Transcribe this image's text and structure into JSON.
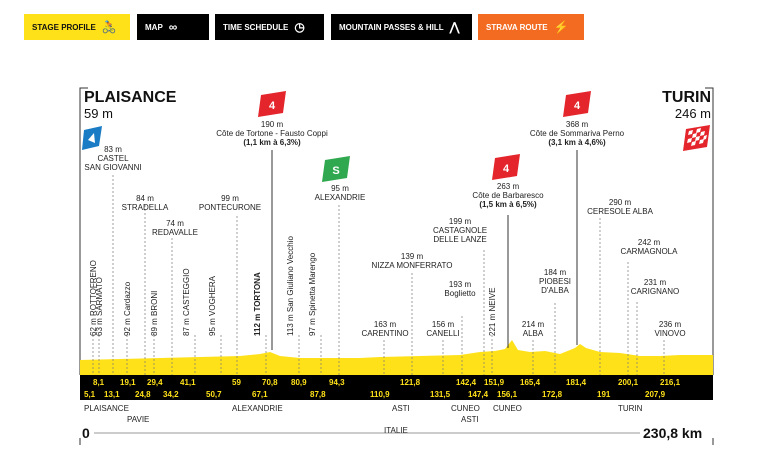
{
  "tabs": [
    {
      "label": "STAGE PROFILE",
      "icon": "cyclist-icon",
      "glyph": "🚴"
    },
    {
      "label": "MAP",
      "icon": "map-route-icon",
      "glyph": "∞"
    },
    {
      "label": "TIME SCHEDULE",
      "icon": "clock-icon",
      "glyph": "◷"
    },
    {
      "label": "MOUNTAIN PASSES & HILL",
      "icon": "mountain-icon",
      "glyph": "⋀"
    },
    {
      "label": "STRAVA ROUTE",
      "icon": "strava-icon",
      "glyph": "⚡"
    }
  ],
  "start": {
    "name": "PLAISANCE",
    "alt": "59 m"
  },
  "finish": {
    "name": "TURIN",
    "alt": "246 m"
  },
  "distance": {
    "start": "0",
    "end": "230,8 km"
  },
  "climbs": [
    {
      "cat": "4",
      "alt": "190 m",
      "name": "Côte de Tortone - Fausto Coppi",
      "detail": "(1,1 km à 6,3%)"
    },
    {
      "cat": "4",
      "alt": "263 m",
      "name": "Côte de Barbaresco",
      "detail": "(1,5 km à 6,5%)"
    },
    {
      "cat": "4",
      "alt": "368 m",
      "name": "Côte de Sommariva Perno",
      "detail": "(3,1 km à 4,6%)"
    }
  ],
  "sprint": {
    "label": "S",
    "alt": "95 m",
    "name": "ALEXANDRIE"
  },
  "waypoints_h": [
    {
      "alt": "83 m",
      "name": "CASTEL\nSAN GIOVANNI"
    },
    {
      "alt": "84 m",
      "name": "STRADELLA"
    },
    {
      "alt": "74 m",
      "name": "REDAVALLE"
    },
    {
      "alt": "99 m",
      "name": "PONTECURONE"
    },
    {
      "alt": "139 m",
      "name": "NIZZA MONFERRATO"
    },
    {
      "alt": "199 m",
      "name": "CASTAGNOLE\nDELLE LANZE"
    },
    {
      "alt": "193 m",
      "name": "Boglietto"
    },
    {
      "alt": "163 m",
      "name": "CARENTINO"
    },
    {
      "alt": "156 m",
      "name": "CANELLI"
    },
    {
      "alt": "214 m",
      "name": "ALBA"
    },
    {
      "alt": "184 m",
      "name": "PIOBESI\nD'ALBA"
    },
    {
      "alt": "290 m",
      "name": "CERESOLE ALBA"
    },
    {
      "alt": "242 m",
      "name": "CARMAGNOLA"
    },
    {
      "alt": "231 m",
      "name": "CARIGNANO"
    },
    {
      "alt": "236 m",
      "name": "VINOVO"
    }
  ],
  "waypoints_v": [
    {
      "text": "62 m ROTTOFRENO",
      "bold": false
    },
    {
      "text": "63 m SARMATO",
      "bold": false
    },
    {
      "text": "92 m Cardazzo",
      "bold": false
    },
    {
      "text": "89 m BRONI",
      "bold": false
    },
    {
      "text": "87 m CASTEGGIO",
      "bold": false
    },
    {
      "text": "95 m VOGHERA",
      "bold": false
    },
    {
      "text": "112 m TORTONA",
      "bold": true
    },
    {
      "text": "113 m San Giuliano Vecchio",
      "bold": false
    },
    {
      "text": "97 m Spinetta Marengo",
      "bold": false
    },
    {
      "text": "221 m NEIVE",
      "bold": false
    }
  ],
  "km_top": [
    "8,1",
    "19,1",
    "29,4",
    "41,1",
    "59",
    "70,8",
    "80,9",
    "94,3",
    "121,8",
    "142,4",
    "151,9",
    "165,4",
    "181,4",
    "200,1",
    "216,1"
  ],
  "km_bottom": [
    "5,1",
    "13,1",
    "24,8",
    "34,2",
    "50,7",
    "67,1",
    "87,8",
    "110,9",
    "131,5",
    "147,4",
    "156,1",
    "172,8",
    "191",
    "207,9"
  ],
  "places_row1": [
    "PLAISANCE",
    "ALEXANDRIE",
    "ASTI",
    "CUNEO",
    "CUNEO",
    "TURIN"
  ],
  "places_row2": [
    "PAVIE",
    "ASTI"
  ],
  "country": "ITALIE",
  "colors": {
    "yellow": "#ffe119",
    "climb_red": "#e4262c",
    "sprint_green": "#2fa84f",
    "strava_orange": "#f26b21"
  }
}
